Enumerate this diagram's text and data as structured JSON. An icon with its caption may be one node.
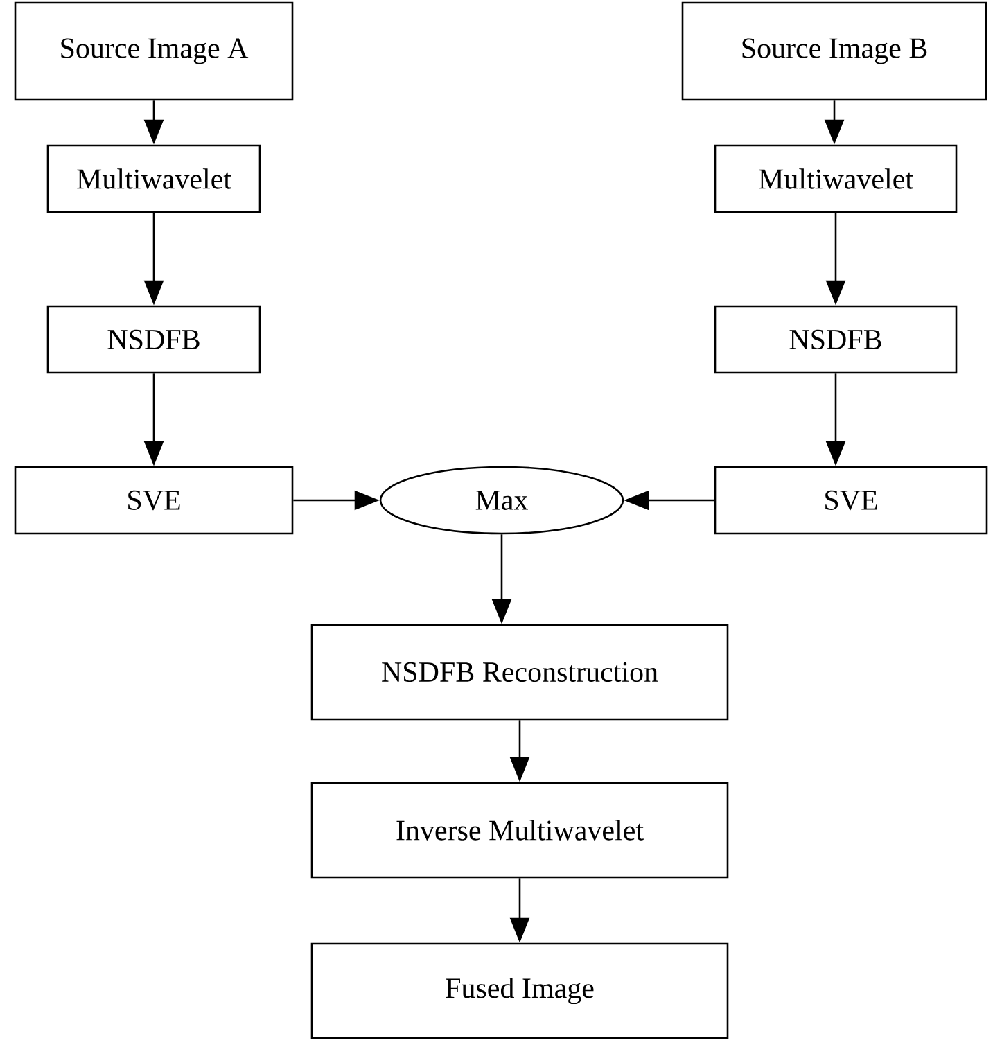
{
  "diagram": {
    "nodes": [
      {
        "text": [
          "Source Image A"
        ]
      },
      {
        "text": [
          "Source Image B"
        ]
      },
      {
        "text": [
          "Multiwavelet"
        ]
      },
      {
        "text": [
          "Multiwavelet"
        ]
      },
      {
        "text": [
          "NSDFB"
        ]
      },
      {
        "text": [
          "NSDFB"
        ]
      },
      {
        "text": [
          "SVE"
        ]
      },
      {
        "text": [
          "SVE"
        ]
      },
      {
        "text": [
          "Max"
        ]
      },
      {
        "text": [
          "NSDFB  Reconstruction"
        ]
      },
      {
        "text": [
          "Inverse Multiwavelet"
        ]
      },
      {
        "text": [
          "Fused Image"
        ]
      }
    ],
    "edges": [
      {
        "from": 0,
        "to": 2,
        "arrow": "to"
      },
      {
        "from": 2,
        "to": 4,
        "arrow": "to"
      },
      {
        "from": 4,
        "to": 6,
        "arrow": "to"
      },
      {
        "from": 1,
        "to": 3,
        "arrow": "to"
      },
      {
        "from": 3,
        "to": 5,
        "arrow": "to"
      },
      {
        "from": 5,
        "to": 7,
        "arrow": "to"
      },
      {
        "from": 6,
        "to": 8,
        "arrow": "to"
      },
      {
        "from": 7,
        "to": 8,
        "arrow": "to"
      },
      {
        "from": 8,
        "to": 9,
        "arrow": "to"
      },
      {
        "from": 9,
        "to": 10,
        "arrow": "to"
      },
      {
        "from": 10,
        "to": 11,
        "arrow": "to"
      }
    ]
  }
}
